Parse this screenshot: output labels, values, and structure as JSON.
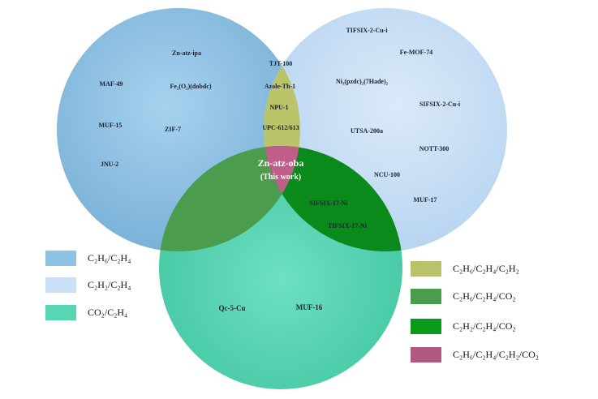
{
  "diagram": {
    "circles": {
      "blue": {
        "color": "#8fc3e4"
      },
      "lightblue": {
        "color": "#c9e0f6"
      },
      "green": {
        "color": "#58d6b4"
      }
    },
    "regions": {
      "blue_only": [
        "Zn-atz-ipa",
        "MAF-49",
        "Fe₂(O₂)(dobdc)",
        "MUF-15",
        "ZIF-7",
        "JNU-2"
      ],
      "blue_lightblue": [
        "TJT-100",
        "Azole-Th-1",
        "NPU-1",
        "UPC-612/613"
      ],
      "lightblue_only": [
        "TIFSIX-2-Cu-i",
        "Fe-MOF-74",
        "Ni₃(pzdc)₂(7Hade)₂",
        "SIFSIX-2-Cu-i",
        "UTSA-200a",
        "NOTT-300",
        "NCU-100",
        "MUF-17"
      ],
      "lightblue_green": [
        "SIFSIX-17-Ni",
        "TIFSIX-17-Ni"
      ],
      "green_only": [
        "Qc-5-Cu",
        "MUF-16"
      ],
      "center": [
        "Zn-atz-oba",
        "(This work)"
      ]
    },
    "colors": {
      "blue_lightblue": "#bcc46a",
      "blue_green": "#4b9c4c",
      "lightblue_green": "#0a8a1a",
      "center": "#bf5e88"
    }
  },
  "legend": [
    {
      "text": "C₂H₆/C₂H₄",
      "color": "#8fc3e4"
    },
    {
      "text": "C₂H₂/C₂H₄",
      "color": "#c9e0f6"
    },
    {
      "text": "CO₂/C₂H₄",
      "color": "#58d6b4"
    },
    {
      "text": "C₂H₆/C₂H₄/C₂H₂",
      "color": "#b9c26a"
    },
    {
      "text": "C₂H₆/C₂H₄/CO₂",
      "color": "#4b9c4c"
    },
    {
      "text": "C₂H₂/C₂H₄/CO₂",
      "color": "#0a9a1a"
    },
    {
      "text": "C₂H₆/C₂H₄/C₂H₂/CO₂",
      "color": "#b0587f"
    }
  ]
}
